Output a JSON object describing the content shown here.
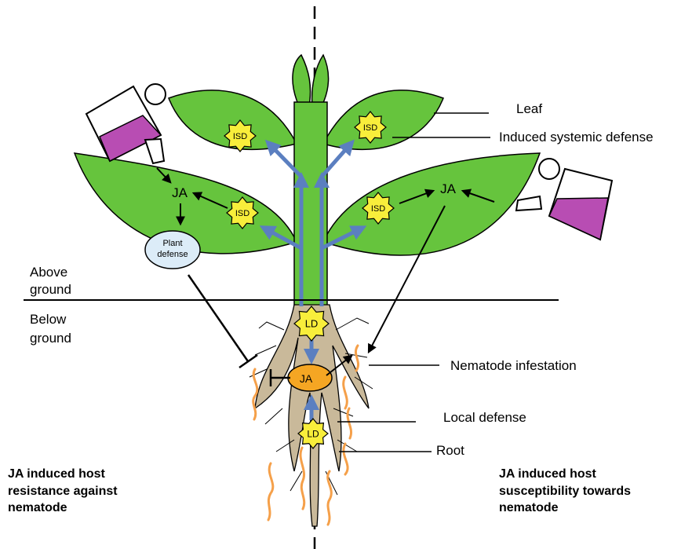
{
  "labels": {
    "leaf": "Leaf",
    "induced_systemic_defense": "Induced systemic defense",
    "above_ground_1": "Above",
    "above_ground_2": "ground",
    "below_ground_1": "Below",
    "below_ground_2": "ground",
    "nematode_infestation": "Nematode infestation",
    "local_defense": "Local defense",
    "root": "Root",
    "left_note": [
      "JA induced host",
      "resistance against",
      "nematode"
    ],
    "right_note": [
      "JA induced host",
      "susceptibility towards",
      "nematode"
    ]
  },
  "nodes": {
    "isd": "ISD",
    "ja": "JA",
    "ld": "LD",
    "plant_defense_1": "Plant",
    "plant_defense_2": "defense"
  },
  "colors": {
    "leaf_green": "#66c43d",
    "star_yellow": "#f8ee3b",
    "root_tan": "#c9b99a",
    "nematode_orange": "#f5a04a",
    "ja_oval": "#f5a623",
    "defense_oval": "#dcecf8",
    "flask_liquid": "#b84db3",
    "arrow_blue": "#5b7fc0"
  }
}
